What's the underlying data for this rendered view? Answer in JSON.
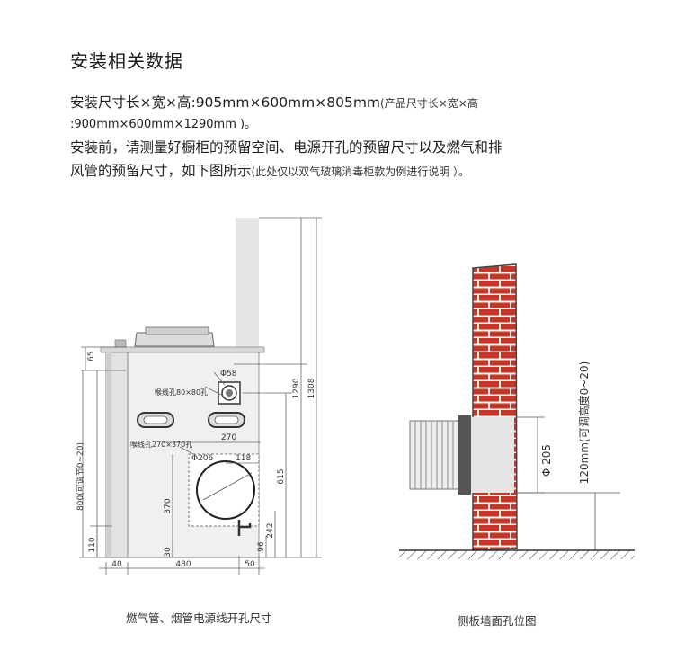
{
  "heading": "安装相关数据",
  "line1_main": "安装尺寸长×宽×高:905mm×600mm×805mm",
  "line1_small": "(产品尺寸长×宽×高",
  "line2": ":900mm×600mm×1290mm )。",
  "line3": "安装前，请测量好橱柜的预留空间、电源开孔的预留尺寸以及燃气和排",
  "line4_main": "风管的预留尺寸，如下图所示",
  "line4_small": "(此处仅以双气玻璃消毒柜款为例进行说明 ）。",
  "left_diagram": {
    "caption": "燃气管、烟管电源线开孔尺寸",
    "dims": {
      "d65": "65",
      "d800": "800(可调节0~20)",
      "d110": "110",
      "d40": "40",
      "d480": "480",
      "d50": "50",
      "d58": "Φ58",
      "hole_80": "喉线孔80×80孔",
      "hole_270": "喉线孔270×370孔",
      "d206": "Φ206",
      "d118": "118",
      "d270": "270",
      "d370": "370",
      "d30": "30",
      "d96": "96",
      "d242": "242",
      "d615": "615",
      "d1290": "1290",
      "d1308": "1308"
    }
  },
  "right_diagram": {
    "caption": "侧板墙面孔位图",
    "d205": "Φ 205",
    "d120": "120mm(可调高度0~20)"
  },
  "colors": {
    "brick": "#c0392b",
    "mortar": "#f3f3f3",
    "line": "#555555",
    "cabinet": "#efefef",
    "chimney": "#e4e4e4"
  }
}
